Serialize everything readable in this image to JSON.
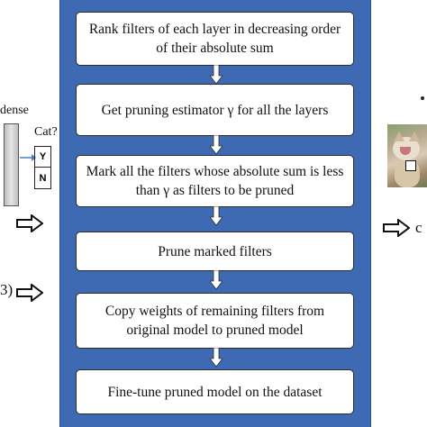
{
  "left_panel": {
    "layer_label": "dense",
    "question": "Cat?",
    "yes": "Y",
    "no": "N",
    "partial_text": "3)"
  },
  "steps": [
    "Rank filters of each layer in decreasing order of their absolute sum",
    "Get pruning estimator γ for all the layers",
    "Mark all the filters whose absolute sum is less than γ as filters to be pruned",
    "Prune marked filters",
    "Copy weights of remaining filters from original model to pruned model",
    "Fine-tune pruned model on the dataset"
  ],
  "right_panel": {
    "partial_text": "c",
    "image": "kitten-photo"
  },
  "colors": {
    "panel": "#3d6ab3",
    "box": "#ffffff",
    "arrow": "#ffffff"
  }
}
